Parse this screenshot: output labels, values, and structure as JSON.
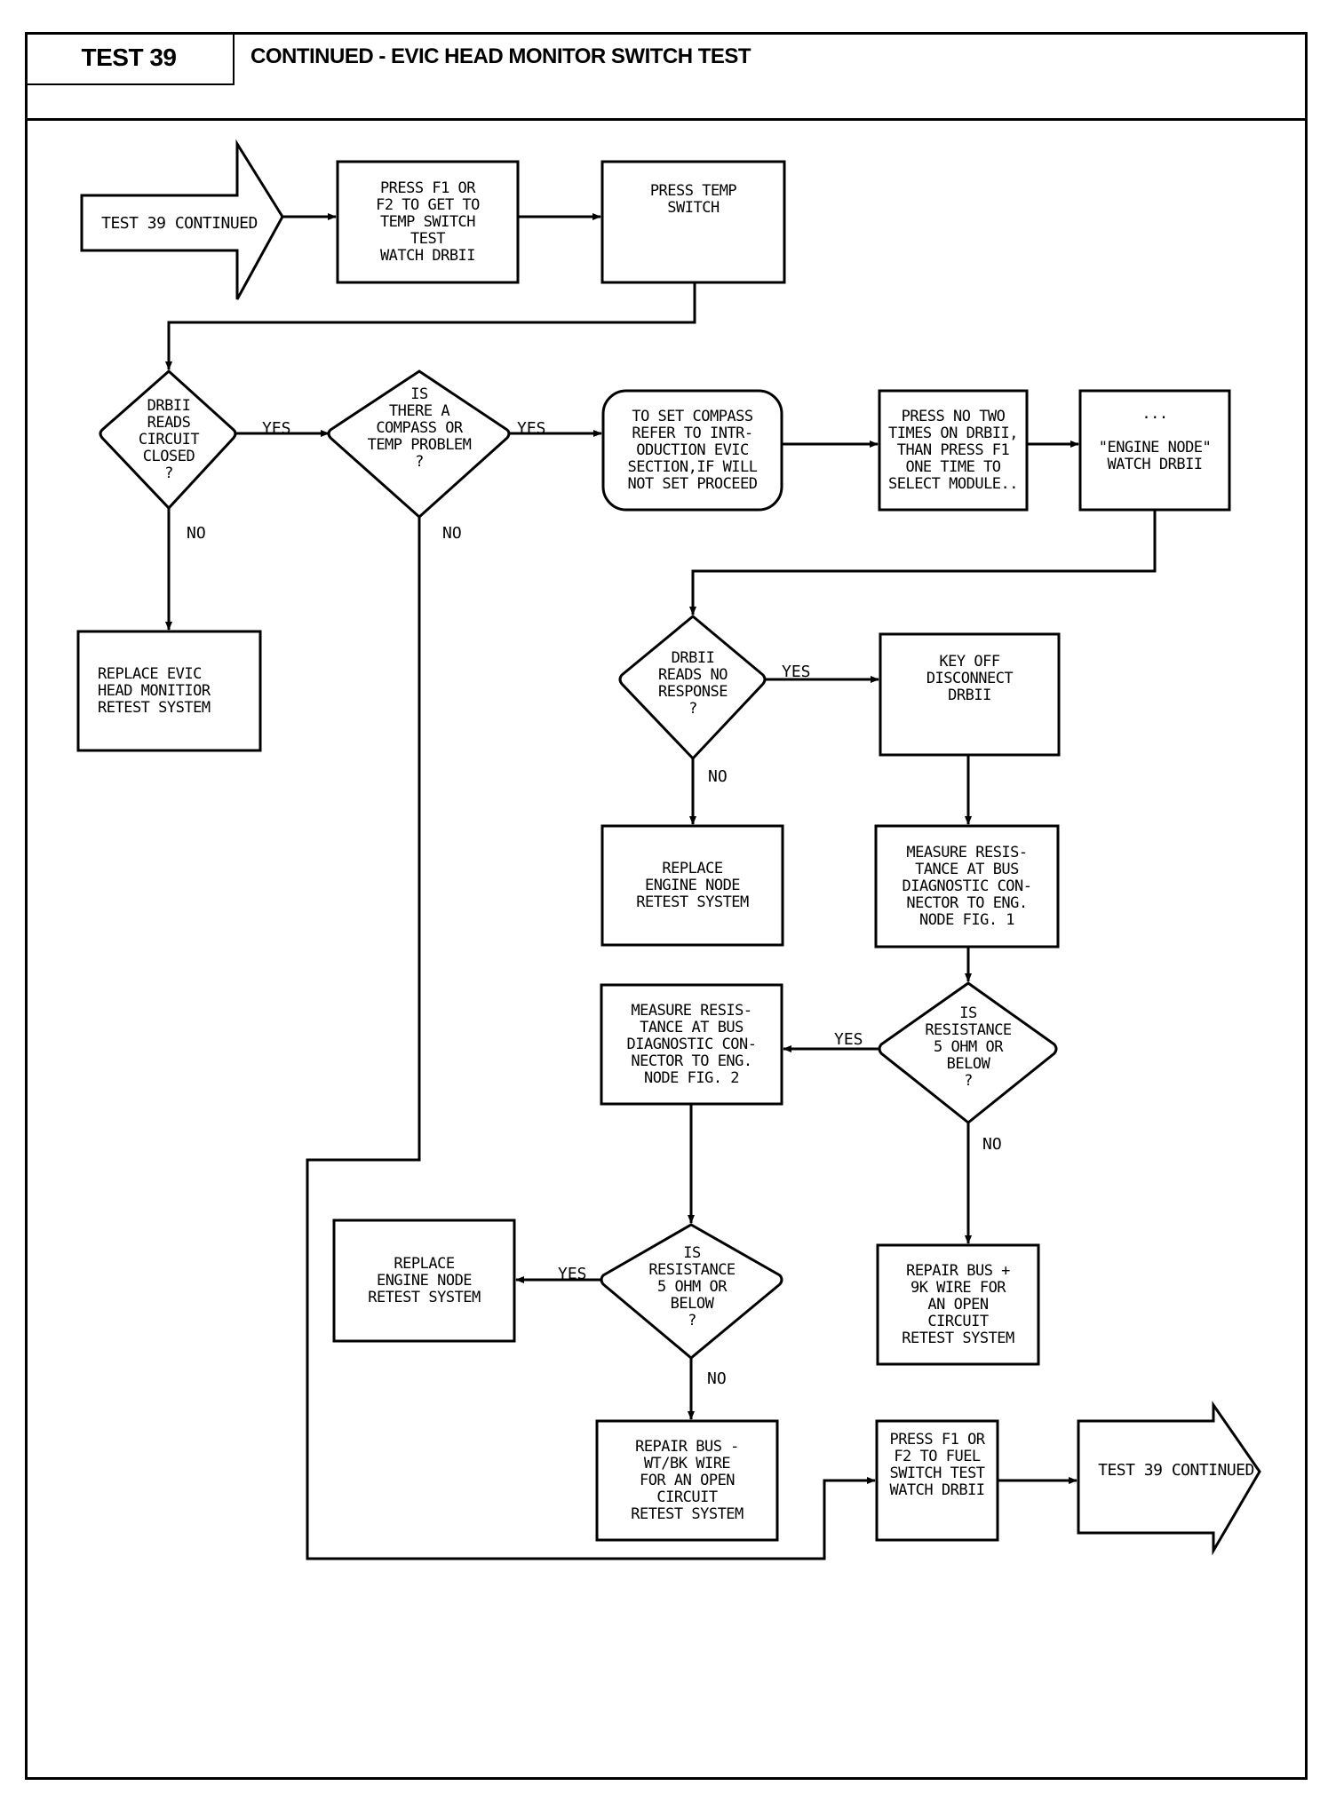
{
  "header": {
    "test_number": "TEST 39",
    "title": "CONTINUED - EVIC HEAD MONITOR SWITCH TEST"
  },
  "nodes": {
    "start_connector": "TEST 39 CONTINUED",
    "press_f1_f2_temp": "PRESS F1 OR\nF2 TO GET TO\nTEMP SWITCH\nTEST\nWATCH DRBII",
    "press_temp_switch": "PRESS TEMP\nSWITCH",
    "decision_circuit_closed": "DRBII\nREADS\nCIRCUIT\nCLOSED\n?",
    "decision_compass_temp": "IS\nTHERE A\nCOMPASS OR\nTEMP PROBLEM\n?",
    "set_compass": "TO SET COMPASS\nREFER TO INTR-\nODUCTION EVIC\nSECTION,IF WILL\nNOT SET PROCEED",
    "press_no_two_times": "PRESS NO TWO\nTIMES ON DRBII,\nTHAN PRESS F1\nONE TIME TO\nSELECT MODULE..",
    "engine_node_watch": "...\n\n\"ENGINE NODE\"\nWATCH DRBII",
    "replace_evic_head": "REPLACE EVIC\nHEAD MONITIOR\nRETEST SYSTEM",
    "decision_no_response": "DRBII\nREADS NO\nRESPONSE\n?",
    "key_off_disconnect": "KEY OFF\nDISCONNECT\nDRBII",
    "replace_engine_node_1": "REPLACE\nENGINE NODE\nRETEST SYSTEM",
    "measure_fig1": "MEASURE RESIS-\nTANCE AT BUS\nDIAGNOSTIC CON-\nNECTOR TO ENG.\nNODE FIG. 1",
    "decision_resistance_1": "IS\nRESISTANCE\n5 OHM OR\nBELOW\n?",
    "measure_fig2": "MEASURE RESIS-\nTANCE AT BUS\nDIAGNOSTIC CON-\nNECTOR TO ENG.\nNODE FIG. 2",
    "repair_bus_plus": "REPAIR BUS +\n9K WIRE FOR\nAN OPEN\nCIRCUIT\nRETEST SYSTEM",
    "replace_engine_node_2": "REPLACE\nENGINE NODE\nRETEST SYSTEM",
    "decision_resistance_2": "IS\nRESISTANCE\n5 OHM OR\nBELOW\n?",
    "repair_bus_minus": "REPAIR BUS -\nWT/BK WIRE\nFOR AN OPEN\nCIRCUIT\nRETEST SYSTEM",
    "press_f1_f2_fuel": "PRESS F1 OR\nF2 TO FUEL\nSWITCH TEST\nWATCH DRBII",
    "end_connector": "TEST 39 CONTINUED"
  },
  "edge_labels": {
    "yes": "YES",
    "no": "NO"
  }
}
